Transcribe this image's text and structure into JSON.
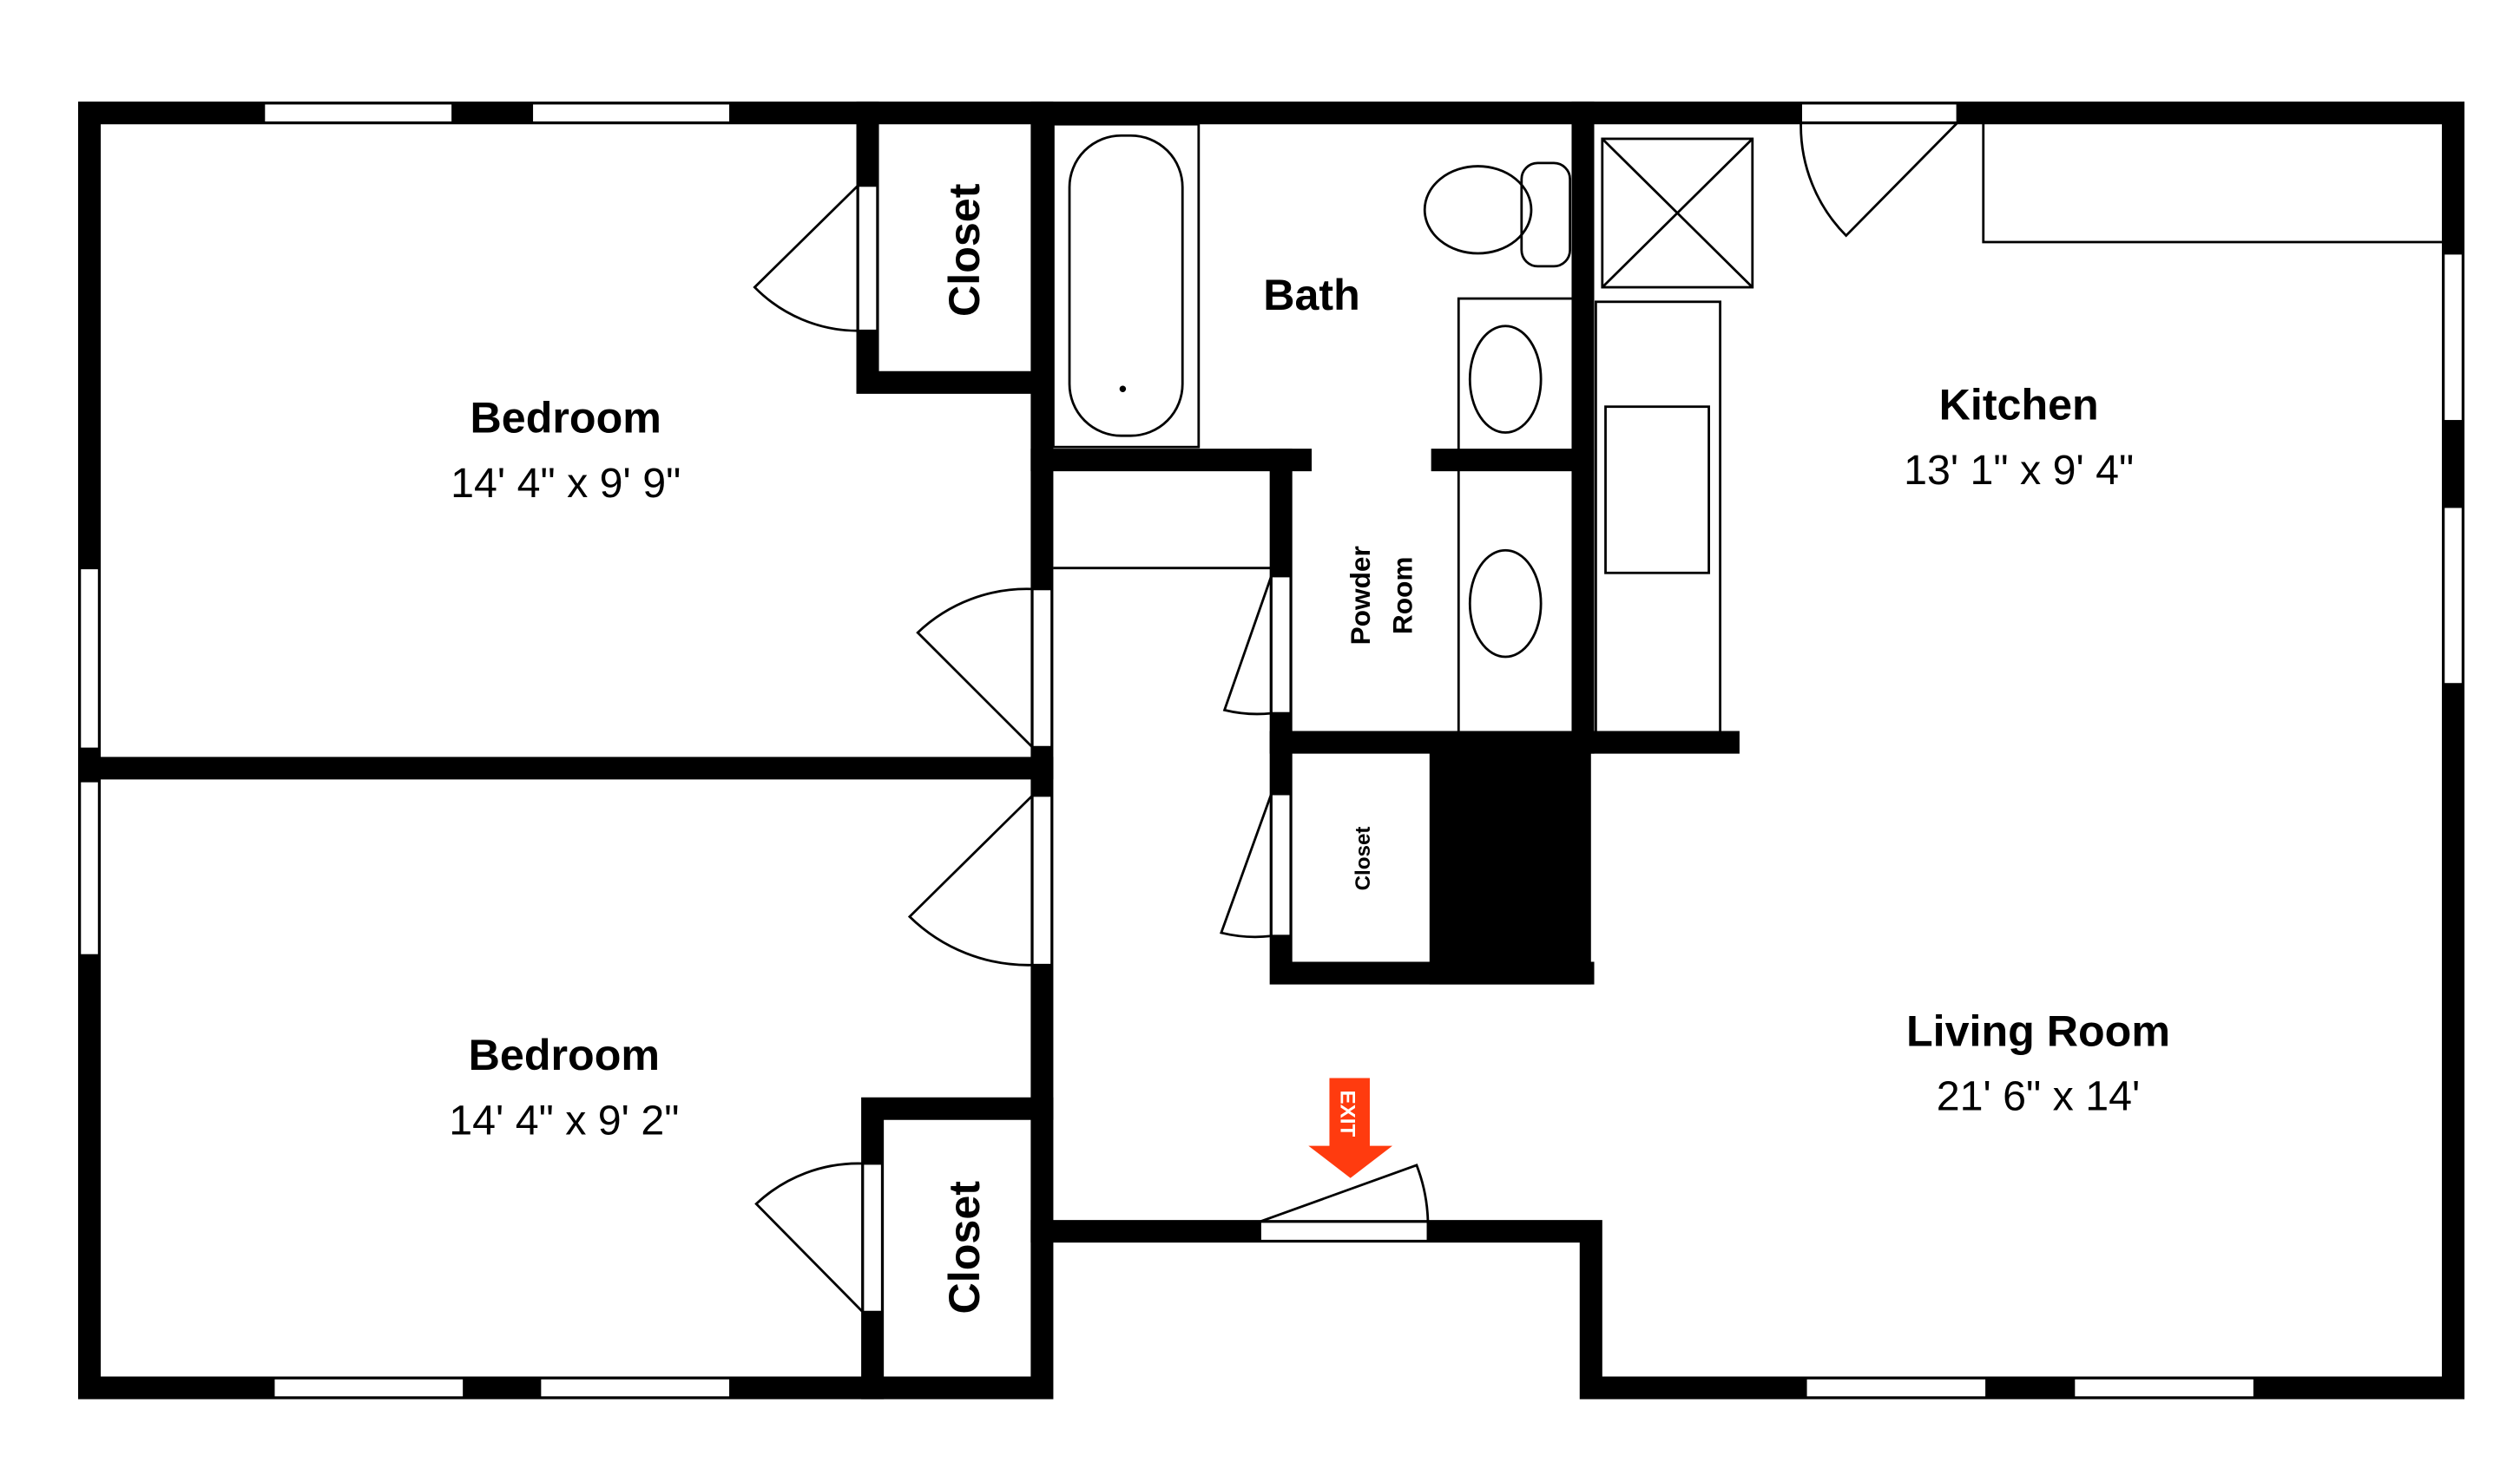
{
  "rooms": {
    "bedroom1": {
      "name": "Bedroom",
      "dims": "14' 4\" x 9' 9\""
    },
    "bedroom2": {
      "name": "Bedroom",
      "dims": "14' 4\" x 9' 2\""
    },
    "closet1": {
      "name": "Closet"
    },
    "closet2": {
      "name": "Closet"
    },
    "closet3": {
      "name": "Closet"
    },
    "bath": {
      "name": "Bath"
    },
    "powder": {
      "name_line1": "Powder",
      "name_line2": "Room"
    },
    "kitchen": {
      "name": "Kitchen",
      "dims": "13' 1\" x 9' 4\""
    },
    "living": {
      "name": "Living Room",
      "dims": "21' 6\" x 14'"
    }
  },
  "exit": {
    "label": "EXIT",
    "color": "#ff3b0f",
    "icon": "arrow-down-icon"
  }
}
